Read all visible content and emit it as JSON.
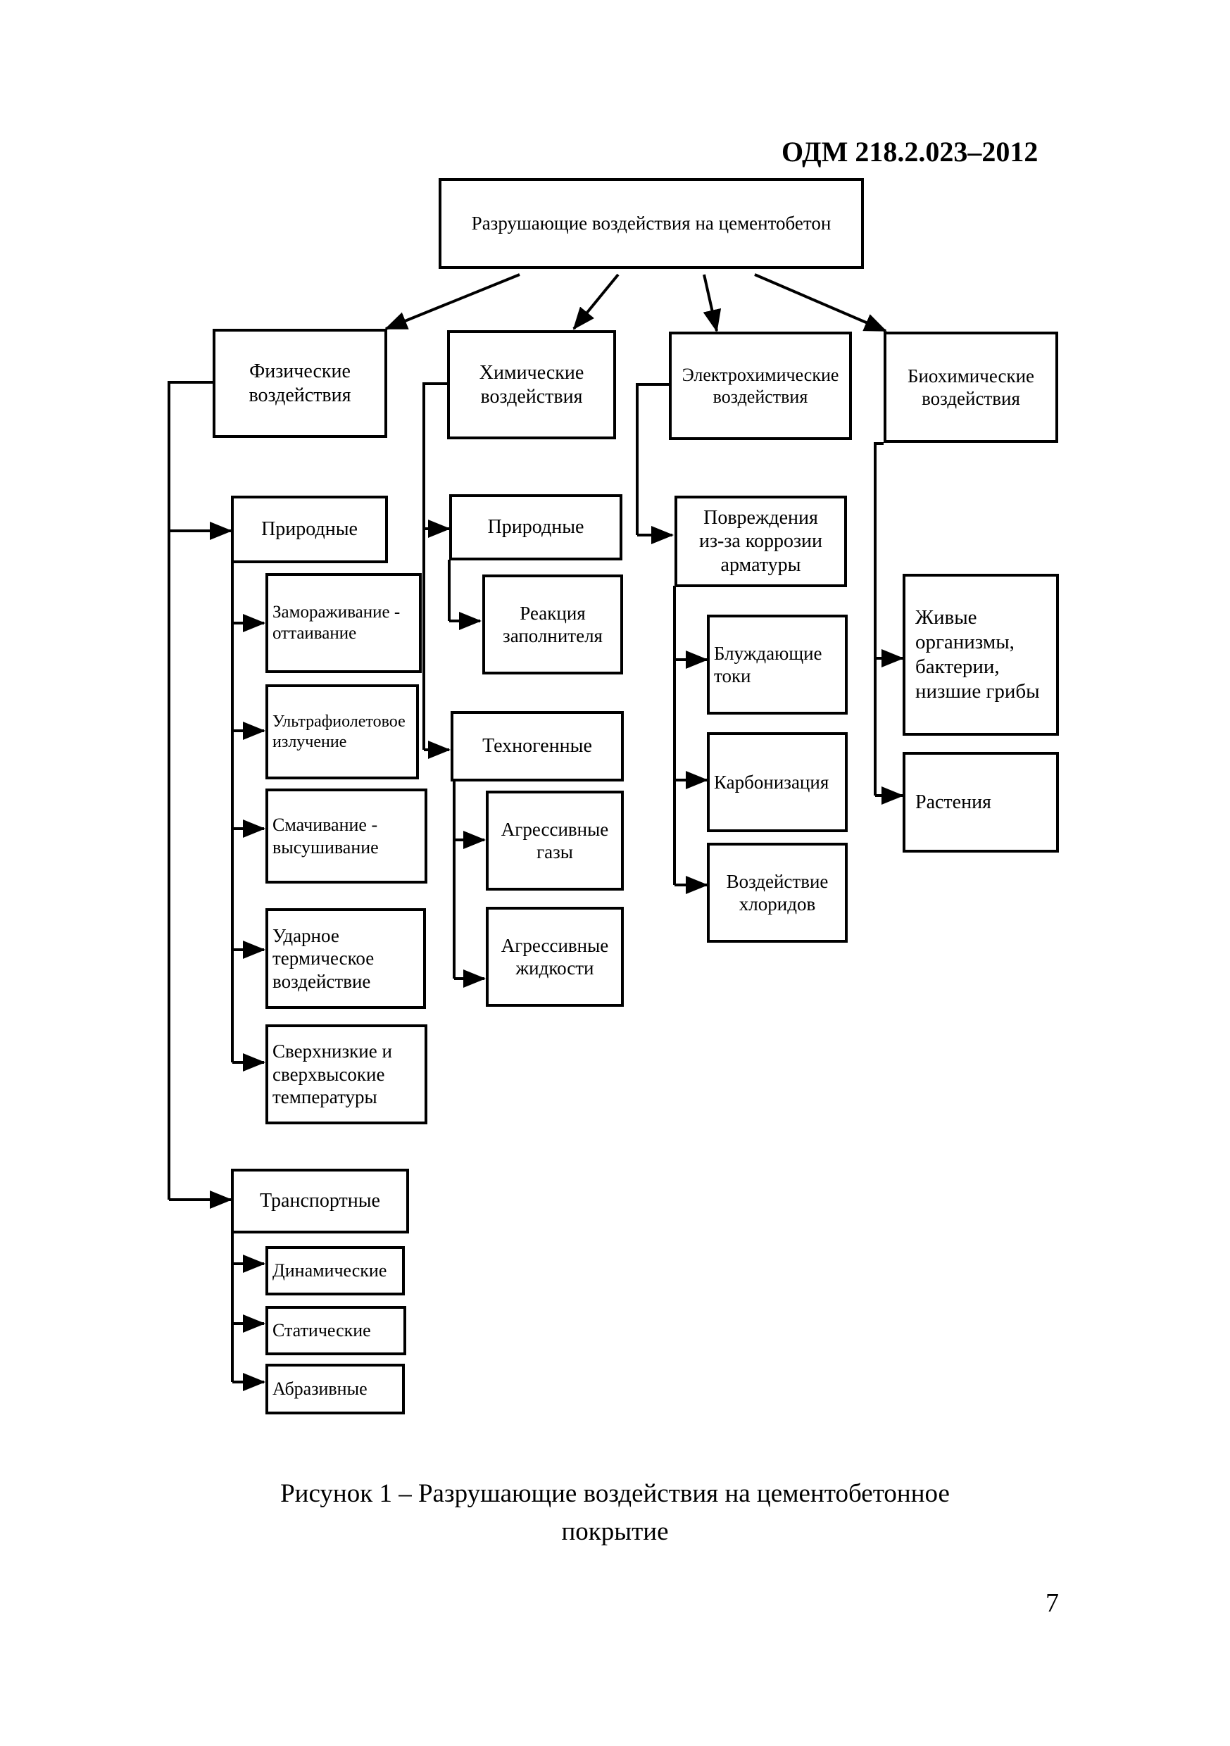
{
  "header": {
    "document_code": "ОДМ 218.2.023–2012"
  },
  "diagram": {
    "root": "Разрушающие воздействия на цементобетон",
    "categories": {
      "physical": {
        "label": "Физические\nвоздействия",
        "natural": {
          "label": "Природные",
          "items": [
            "Замораживание -\nоттаивание",
            "Ультрафиолетовое\nизлучение",
            "Смачивание -\nвысушивание",
            "Ударное\nтермическое\nвоздействие",
            "Сверхнизкие и\nсверхвысокие\nтемпературы"
          ]
        },
        "transport": {
          "label": "Транспортные",
          "items": [
            "Динамические",
            "Статические",
            "Абразивные"
          ]
        }
      },
      "chemical": {
        "label": "Химические\nвоздействия",
        "natural": {
          "label": "Природные",
          "items": [
            "Реакция\nзаполнителя"
          ]
        },
        "technogenic": {
          "label": "Техногенные",
          "items": [
            "Агрессивные\nгазы",
            "Агрессивные\nжидкости"
          ]
        }
      },
      "electrochemical": {
        "label": "Электрохимические\nвоздействия",
        "corrosion": {
          "label": "Повреждения\nиз-за коррозии\nарматуры",
          "items": [
            "Блуждающие\nтоки",
            "Карбонизация",
            "Воздействие\nхлоридов"
          ]
        }
      },
      "biochemical": {
        "label": "Биохимические\nвоздействия",
        "items": [
          "Живые\nорганизмы,\nбактерии,\nнизшие грибы",
          "Растения"
        ]
      }
    }
  },
  "caption": {
    "line1": "Рисунок 1 – Разрушающие воздействия на цементобетонное",
    "line2": "покрытие"
  },
  "page_number": "7"
}
